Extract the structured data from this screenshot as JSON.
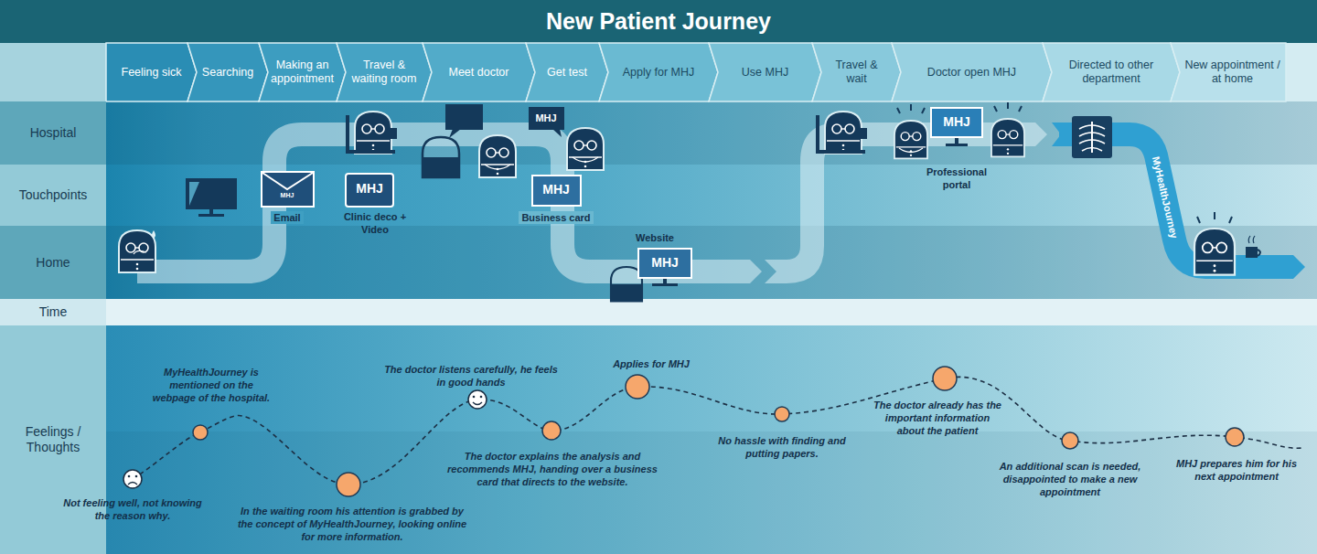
{
  "diagram": {
    "title": "New Patient Journey",
    "nodes": [
      {
        "text": [
          "Feeling sick"
        ]
      },
      {
        "text": [
          "Searching"
        ]
      },
      {
        "text": [
          "Making an appointment"
        ]
      },
      {
        "text": [
          "Travel & waiting room"
        ]
      },
      {
        "text": [
          "Meet doctor"
        ]
      },
      {
        "text": [
          "Get test"
        ]
      },
      {
        "text": [
          "Apply for MHJ"
        ]
      },
      {
        "text": [
          "Use MHJ"
        ]
      },
      {
        "text": [
          "Travel & wait"
        ]
      },
      {
        "text": [
          "Doctor open MHJ"
        ]
      },
      {
        "text": [
          "Directed to other department"
        ]
      },
      {
        "text": [
          "New appointment / at home"
        ]
      },
      {
        "text": [
          "Hospital"
        ]
      },
      {
        "text": [
          "Touchpoints"
        ]
      },
      {
        "text": [
          "Home"
        ]
      },
      {
        "text": [
          "Time"
        ]
      },
      {
        "text": [
          "Feelings / Thoughts"
        ]
      }
    ],
    "labels": [
      "MHJ",
      "Email",
      "MHJ",
      "Clinic deco + Video",
      "MHJ",
      "MHJ",
      "Business card",
      "MHJ",
      "Website",
      "MHJ",
      "Professional portal",
      "MyHealthJourney",
      "Not feeling well, not knowing the reason why.",
      "MyHealthJourney is mentioned on the webpage of the hospital.",
      "In the waiting room his attention is grabbed by the concept of MyHealthJourney, looking online for more information.",
      "The doctor listens carefully, he feels in good hands",
      "The doctor explains the analysis and recommends MHJ, handing over a business card that directs to the website.",
      "Applies for MHJ",
      "No hassle with finding and putting papers.",
      "The doctor already has the important information about the patient",
      "An additional scan is needed, disappointed to make a new appointment",
      "MHJ prepares him for his next appointment"
    ]
  }
}
